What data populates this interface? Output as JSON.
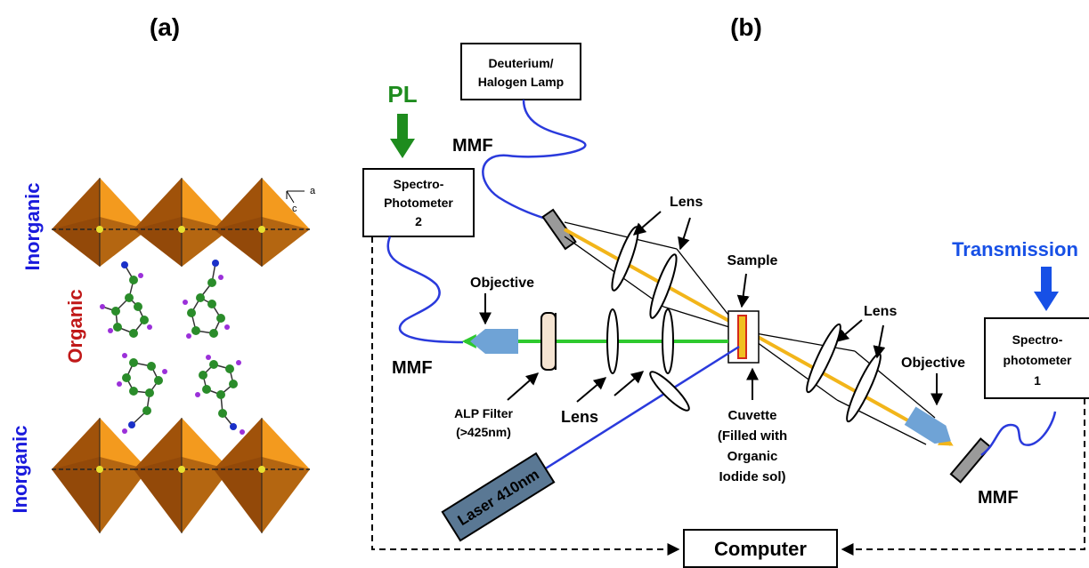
{
  "panel_a": {
    "label": "(a)",
    "inorganic_top": "Inorganic",
    "organic": "Organic",
    "inorganic_bottom": "Inorganic",
    "axis_a": "a",
    "axis_c": "c"
  },
  "panel_b": {
    "label": "(b)",
    "lamp": [
      "Deuterium/",
      "Halogen Lamp"
    ],
    "pl": "PL",
    "transmission": "Transmission",
    "spectro2": [
      "Spectro-",
      "Photometer",
      "2"
    ],
    "spectro1": [
      "Spectro-",
      "photometer",
      "1"
    ],
    "mmf_top": "MMF",
    "mmf_left": "MMF",
    "mmf_right": "MMF",
    "lens_top": "Lens",
    "lens_right": "Lens",
    "lens_bottom": "Lens",
    "sample": "Sample",
    "objective_left": "Objective",
    "objective_right": "Objective",
    "alp_filter": [
      "ALP Filter",
      "(>425nm)"
    ],
    "cuvette": [
      "Cuvette",
      "(Filled with",
      "Organic",
      "Iodide sol)"
    ],
    "laser": "Laser 410nm",
    "computer": "Computer"
  },
  "colors": {
    "inorganic_label": "#1a1adc",
    "organic_label": "#c01818",
    "pl_arrow": "#1e8c1e",
    "transmission_arrow": "#1750e6",
    "fiber": "#2a3adc",
    "yellow_beam": "#f2b51a",
    "green_beam": "#2ec92e",
    "octahedron_dark": "#a0520a",
    "octahedron_light": "#f39a1e",
    "carbon_atom": "#2a8c2a",
    "hydrogen_atom": "#9b30d9",
    "nitrogen_atom": "#1a30c8",
    "laser_body": "#5a7894",
    "objective_fill": "#6fa3d6"
  }
}
